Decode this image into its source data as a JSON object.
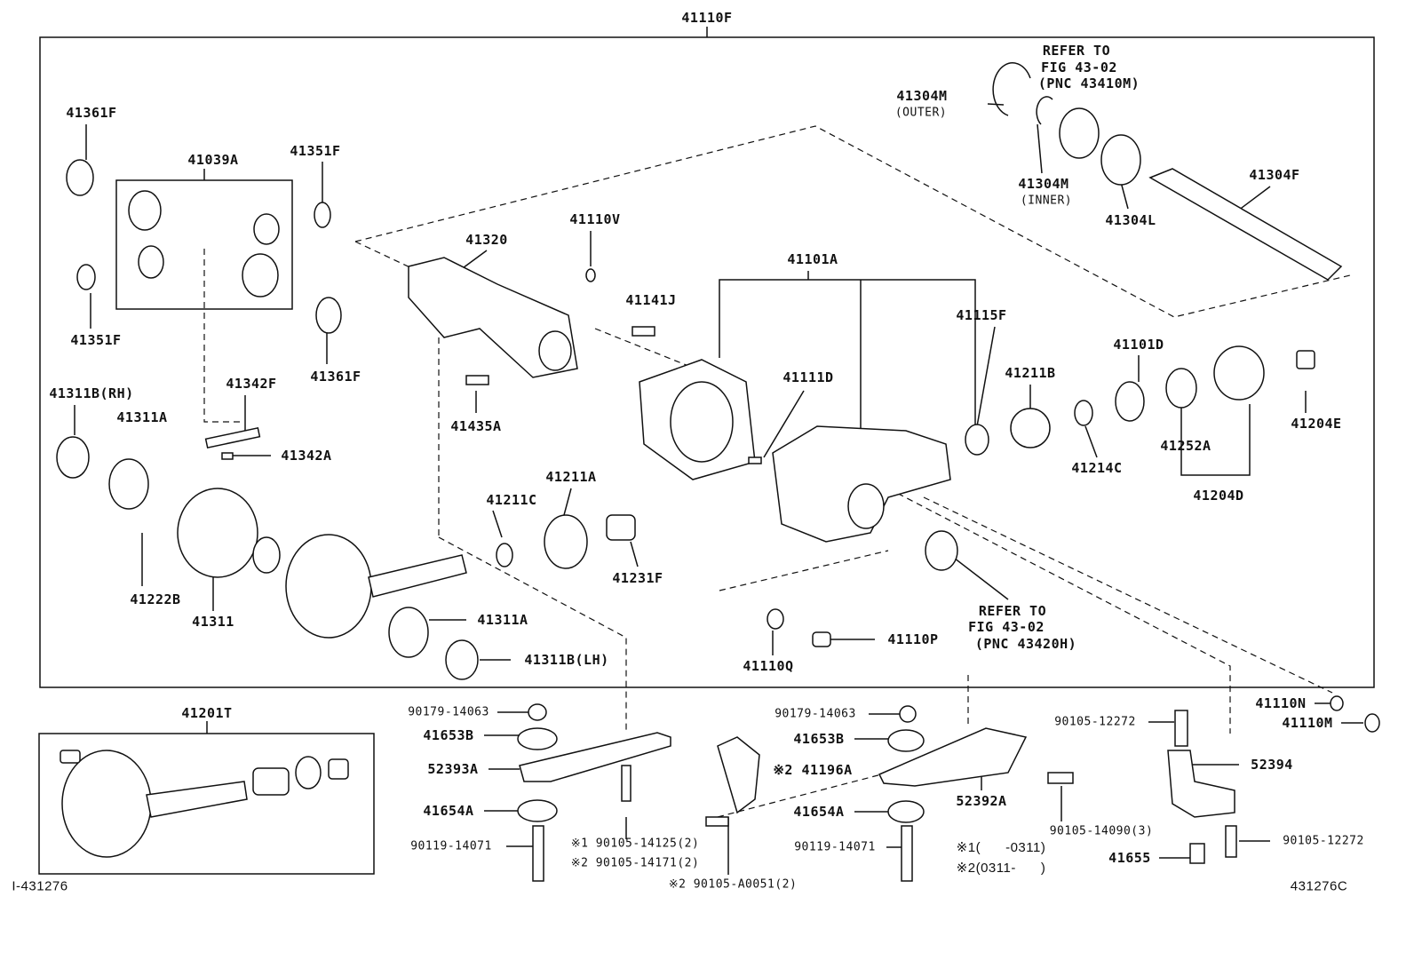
{
  "title": "41110F",
  "figure_id_left": "I-431276",
  "figure_id_right": "431276C",
  "labels": [
    "41361F",
    "41039A",
    "41351F",
    "41351F",
    "41361F",
    "41311B(RH)",
    "41311A",
    "41342F",
    "41342A",
    "41222B",
    "41311",
    "41311A",
    "41311B(LH)",
    "41320",
    "41110V",
    "41141J",
    "41435A",
    "41211C",
    "41211A",
    "41231F",
    "41101A",
    "41115F",
    "41111D",
    "41211B",
    "41101D",
    "41214C",
    "41252A",
    "41204D",
    "41204E",
    "41304M",
    "(OUTER)",
    "REFER TO",
    "FIG 43-02",
    "(PNC 43410M)",
    "41304M",
    "(INNER)",
    "41304L",
    "41304F",
    "REFER TO",
    "FIG 43-02",
    "(PNC 43420H)",
    "41110Q",
    "41110P",
    "41201T",
    "90179-14063",
    "41653B",
    "52393A",
    "41654A",
    "90119-14071",
    "※1 90105-14125(2)",
    "※2 90105-14171(2)",
    "※2 90105-A0051(2)",
    "90179-14063",
    "41653B",
    "※2 41196A",
    "52392A",
    "41654A",
    "90119-14071",
    "90105-14090(3)",
    "※1(      -0311)",
    "※2(0311-      )",
    "90105-12272",
    "52394",
    "90105-12272",
    "41655",
    "41110N",
    "41110M"
  ]
}
